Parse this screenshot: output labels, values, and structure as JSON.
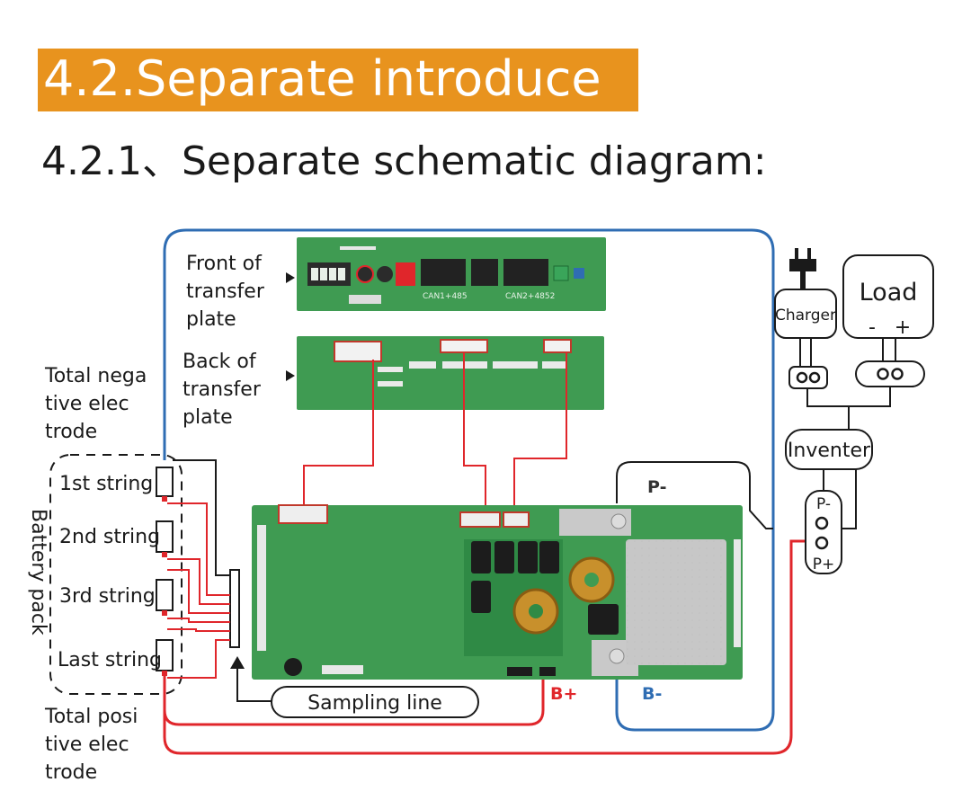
{
  "header": {
    "title": "4.2.Separate introduce",
    "subtitle": "4.2.1、Separate schematic diagram:"
  },
  "labels": {
    "front_plate": [
      "Front of",
      "transfer",
      "plate"
    ],
    "back_plate": [
      "Back of",
      "transfer",
      "plate"
    ],
    "total_negative": [
      "Total nega",
      "tive elec",
      "trode"
    ],
    "total_positive": [
      "Total posi",
      "tive elec",
      "trode"
    ],
    "battery_pack": "Battery pack",
    "strings": [
      "1st string",
      "2nd string",
      "3rd string",
      "Last string"
    ],
    "sampling_line": "Sampling line",
    "charger": "Charger",
    "load": "Load",
    "load_minus": "-",
    "load_plus": "+",
    "inverter": "Inventer",
    "p_minus_top": "P-",
    "p_minus_box": "P-",
    "p_plus_box": "P+",
    "b_plus": "B+",
    "b_minus": "B-",
    "board_can1": "CAN1+485",
    "board_can2": "CAN2+4852"
  },
  "colors": {
    "title_bg": "#e8931e",
    "pcb_green": "#3f9b52",
    "wire_red": "#e0262b",
    "wire_blue": "#2f6db3",
    "b_plus_text": "#e0262b",
    "b_minus_text": "#2f6db3"
  }
}
